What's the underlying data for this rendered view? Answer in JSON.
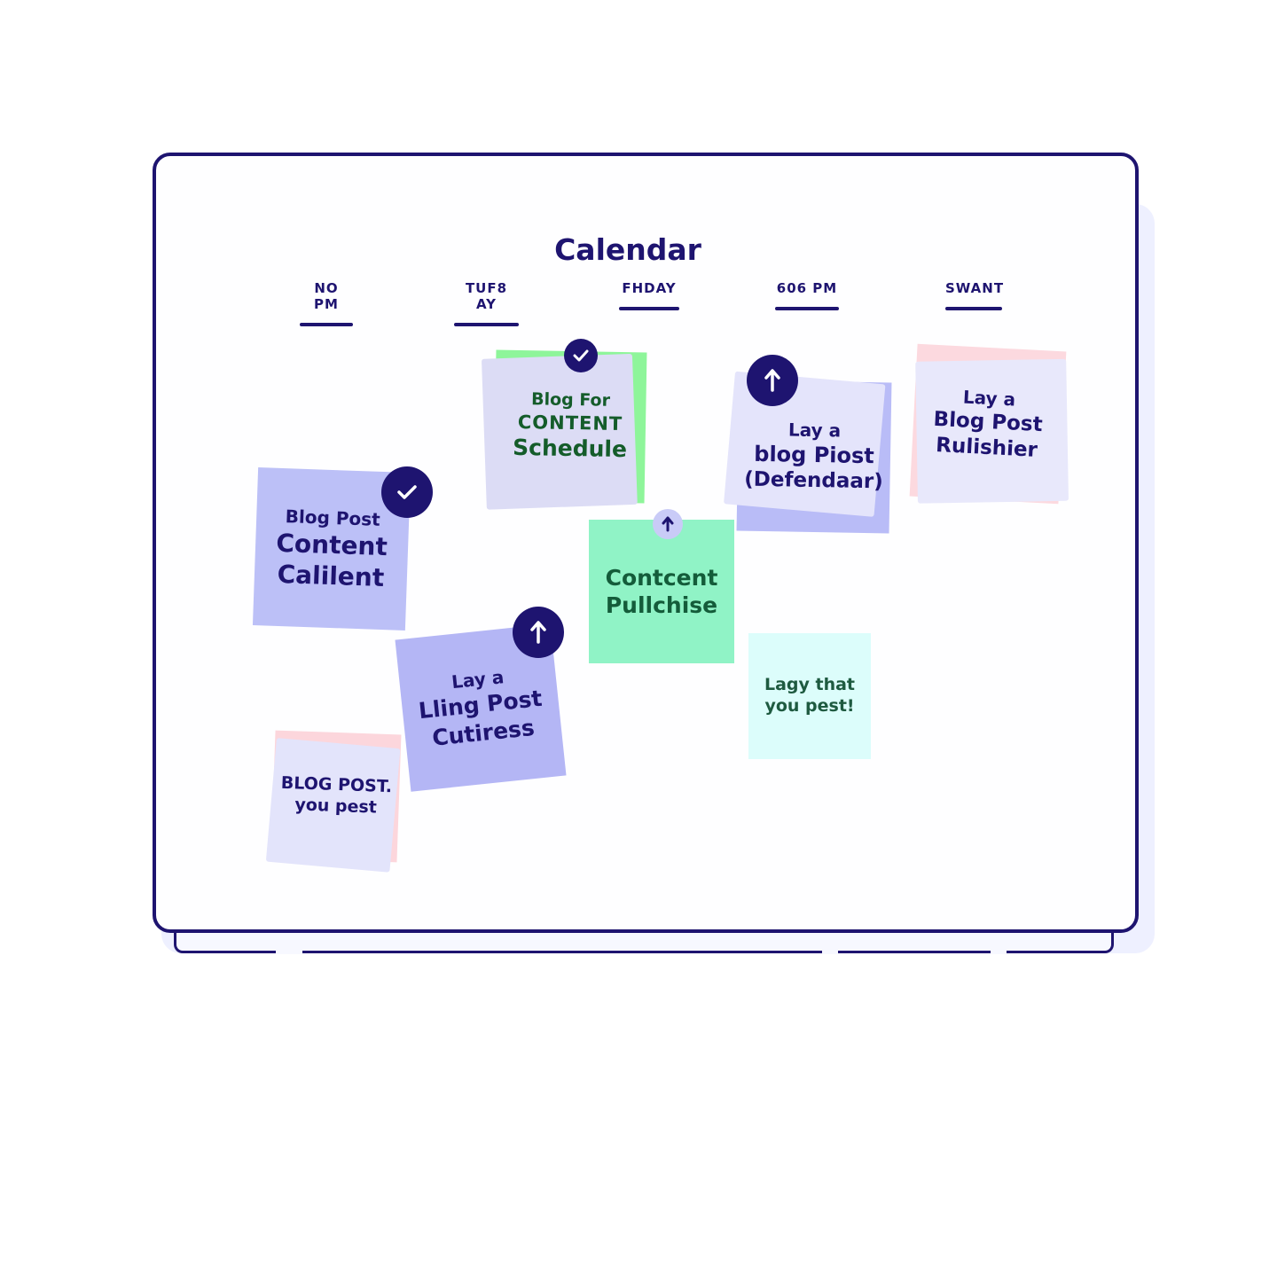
{
  "title": "Calendar",
  "columns": [
    "NO PM",
    "TUF8 AY",
    "FHDAY",
    "606 PM",
    "SWANT"
  ],
  "notes": {
    "n1": {
      "lines": [
        "Blog For",
        "CONTENT",
        "Schedule"
      ],
      "color": "#8ef59a",
      "text_color": "#145c2a",
      "badge": "check-icon"
    },
    "n2": {
      "lines": [
        "Lay a",
        "blog Piost",
        "(Defendaar)"
      ],
      "color": "#b9bcf7",
      "text_color": "#1e1470",
      "badge": "arrow-up-icon"
    },
    "n3": {
      "lines": [
        "Lay a",
        "Blog Post",
        "Rulishier"
      ],
      "color": "#fcd9df",
      "text_color": "#1e1470",
      "badge": ""
    },
    "n4": {
      "lines": [
        "Blog Post",
        "Content",
        "Calilent"
      ],
      "color": "#bcc0f7",
      "text_color": "#1e1470",
      "badge": "check-icon"
    },
    "n5": {
      "lines": [
        "Contcent",
        "Pullchise"
      ],
      "color": "#90f3c6",
      "text_color": "#145c3a",
      "badge": "arrow-up-icon"
    },
    "n6": {
      "lines": [
        "Lay a",
        "Lling Post",
        "Cutiress"
      ],
      "color": "#b4b6f5",
      "text_color": "#1e1470",
      "badge": "arrow-up-icon"
    },
    "n7": {
      "lines": [
        "Lagy that",
        "you pest!"
      ],
      "color": "#dcfdfb",
      "text_color": "#1e5a40",
      "badge": ""
    },
    "n8": {
      "lines": [
        "BLOG POST.",
        "you pest"
      ],
      "color": "#fcd6dc",
      "text_color": "#1e1470",
      "badge": ""
    }
  }
}
